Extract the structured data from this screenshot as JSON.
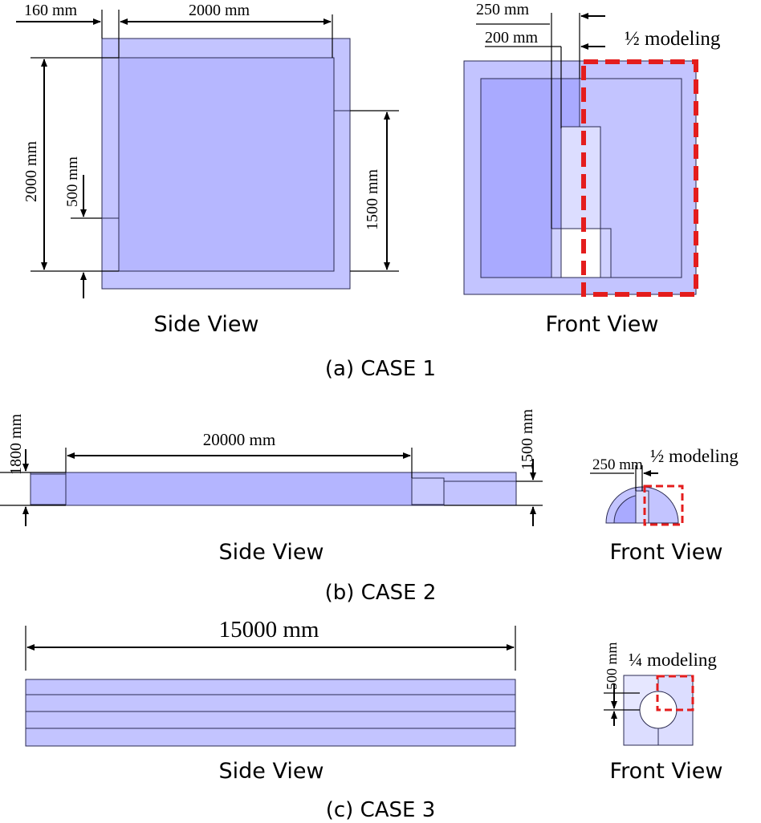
{
  "colors": {
    "fill_light": "#c3c4ff",
    "fill_mid": "#aaabff",
    "fill_pale": "#e6e7ff",
    "highlight": "#e41d1d"
  },
  "case1": {
    "dim_160": "160 mm",
    "dim_2000_top": "2000 mm",
    "dim_2000_left": "2000 mm",
    "dim_500": "500 mm",
    "dim_1500": "1500 mm",
    "dim_250": "250 mm",
    "dim_200": "200 mm",
    "modeling": "½ modeling",
    "side_caption": "Side View",
    "front_caption": "Front View",
    "label": "(a) CASE 1"
  },
  "case2": {
    "dim_1800": "1800 mm",
    "dim_20000": "20000 mm",
    "dim_1500": "1500 mm",
    "dim_250": "250 mm",
    "modeling": "½ modeling",
    "side_caption": "Side View",
    "front_caption": "Front View",
    "label": "(b) CASE 2"
  },
  "case3": {
    "dim_15000": "15000 mm",
    "dim_500": "500 mm",
    "modeling": "¼ modeling",
    "side_caption": "Side View",
    "front_caption": "Front View",
    "label": "(c) CASE 3"
  }
}
